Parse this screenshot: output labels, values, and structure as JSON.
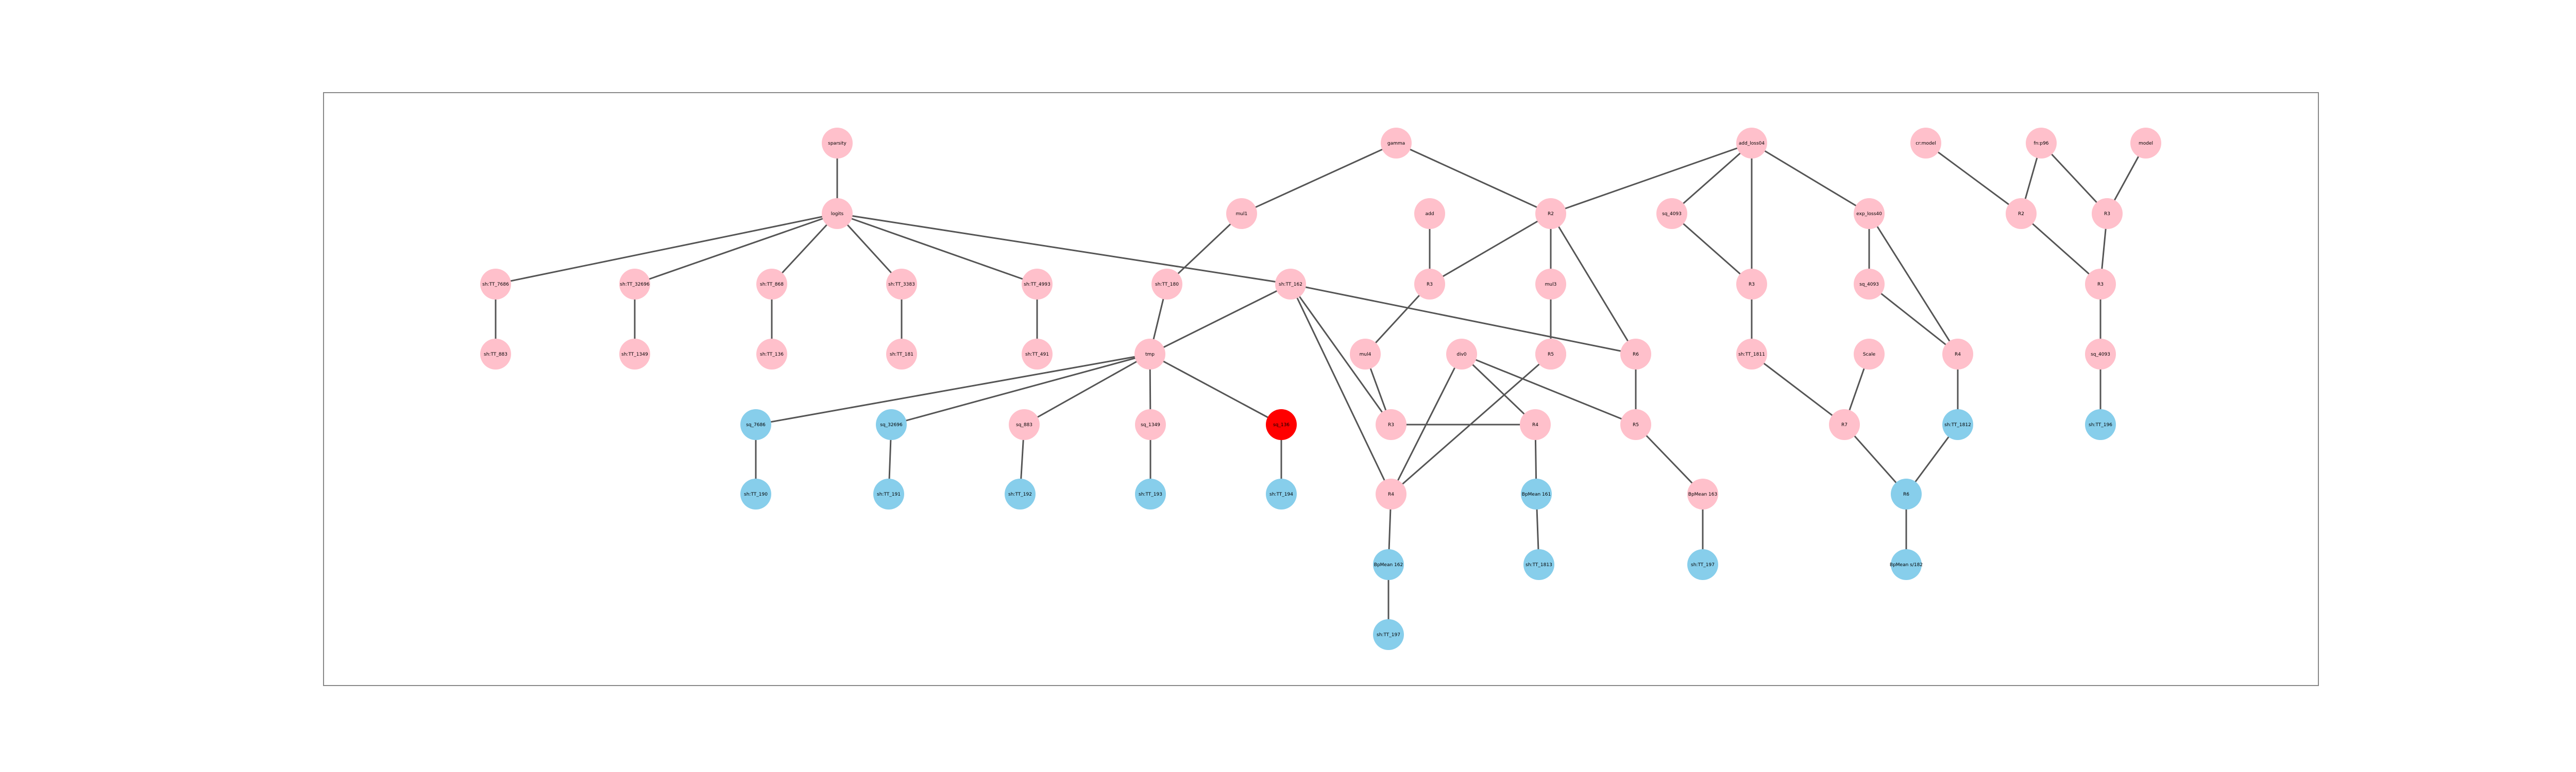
{
  "colors": {
    "pink": "#ffc0cb",
    "blue": "#87ceeb",
    "red": "#ff0000",
    "edge": "#555555",
    "frame": "#888888"
  },
  "nodes": [
    {
      "id": "n0",
      "label": "sparsity",
      "color": "pink"
    },
    {
      "id": "n1",
      "label": "logits",
      "color": "pink"
    },
    {
      "id": "n2",
      "label": "sh:TT_7686",
      "color": "pink"
    },
    {
      "id": "n3",
      "label": "sh:TT_32696",
      "color": "pink"
    },
    {
      "id": "n4",
      "label": "sh:TT_868",
      "color": "pink"
    },
    {
      "id": "n5",
      "label": "sh:TT_3383",
      "color": "pink"
    },
    {
      "id": "n6",
      "label": "sh:TT_4993",
      "color": "pink"
    },
    {
      "id": "n7",
      "label": "sh:TT_180",
      "color": "pink"
    },
    {
      "id": "n8",
      "label": "sh:TT_162",
      "color": "pink"
    },
    {
      "id": "n9",
      "label": "sh:TT_883",
      "color": "pink"
    },
    {
      "id": "n10",
      "label": "sh:TT_1349",
      "color": "pink"
    },
    {
      "id": "n11",
      "label": "sh:TT_136",
      "color": "pink"
    },
    {
      "id": "n12",
      "label": "sh:TT_181",
      "color": "pink"
    },
    {
      "id": "n13",
      "label": "sh:TT_491",
      "color": "pink"
    },
    {
      "id": "n14",
      "label": "tmp",
      "color": "pink"
    },
    {
      "id": "n15",
      "label": "sq_7686",
      "color": "blue"
    },
    {
      "id": "n16",
      "label": "sq_32696",
      "color": "blue"
    },
    {
      "id": "n17",
      "label": "sq_883",
      "color": "pink"
    },
    {
      "id": "n18",
      "label": "sq_1349",
      "color": "pink"
    },
    {
      "id": "n19",
      "label": "sq_136",
      "color": "red"
    },
    {
      "id": "n20",
      "label": "sh:TT_190",
      "color": "blue"
    },
    {
      "id": "n21",
      "label": "sh:TT_191",
      "color": "blue"
    },
    {
      "id": "n22",
      "label": "sh:TT_192",
      "color": "blue"
    },
    {
      "id": "n23",
      "label": "sh:TT_193",
      "color": "blue"
    },
    {
      "id": "n24",
      "label": "sh:TT_194",
      "color": "blue"
    },
    {
      "id": "n25",
      "label": "gamma",
      "color": "pink"
    },
    {
      "id": "n26",
      "label": "mul1",
      "color": "pink"
    },
    {
      "id": "n27",
      "label": "add",
      "color": "pink"
    },
    {
      "id": "n28",
      "label": "R2",
      "color": "pink"
    },
    {
      "id": "n29",
      "label": "R3",
      "color": "pink"
    },
    {
      "id": "n30",
      "label": "mul3",
      "color": "pink"
    },
    {
      "id": "n31",
      "label": "mul4",
      "color": "pink"
    },
    {
      "id": "n32",
      "label": "div0",
      "color": "pink"
    },
    {
      "id": "n33",
      "label": "R3",
      "color": "pink"
    },
    {
      "id": "n34",
      "label": "R5",
      "color": "pink"
    },
    {
      "id": "n35",
      "label": "R3",
      "color": "pink"
    },
    {
      "id": "n36",
      "label": "R4",
      "color": "pink"
    },
    {
      "id": "n37",
      "label": "R4",
      "color": "pink"
    },
    {
      "id": "n38",
      "label": "R5",
      "color": "pink"
    },
    {
      "id": "n39",
      "label": "R6",
      "color": "pink"
    },
    {
      "id": "n40",
      "label": "BpMean 161",
      "color": "blue"
    },
    {
      "id": "n41",
      "label": "BpMean 162",
      "color": "blue"
    },
    {
      "id": "n42",
      "label": "BpMean 163",
      "color": "pink"
    },
    {
      "id": "n43",
      "label": "sh:TT_1813",
      "color": "blue"
    },
    {
      "id": "n44",
      "label": "sh:TT_197",
      "color": "blue"
    },
    {
      "id": "n45",
      "label": "sh:TT_197",
      "color": "blue"
    },
    {
      "id": "n46",
      "label": "add_loss04",
      "color": "pink"
    },
    {
      "id": "n47",
      "label": "sq_4093",
      "color": "pink"
    },
    {
      "id": "n48",
      "label": "R3",
      "color": "pink"
    },
    {
      "id": "n49",
      "label": "exp_loss40",
      "color": "pink"
    },
    {
      "id": "n50",
      "label": "sh:TT_1811",
      "color": "pink"
    },
    {
      "id": "n51",
      "label": "sq_4093",
      "color": "pink"
    },
    {
      "id": "n52",
      "label": "Scale",
      "color": "pink"
    },
    {
      "id": "n53",
      "label": "R4",
      "color": "pink"
    },
    {
      "id": "n54",
      "label": "R7",
      "color": "pink"
    },
    {
      "id": "n55",
      "label": "sh:TT_1812",
      "color": "blue"
    },
    {
      "id": "n56",
      "label": "R6",
      "color": "blue"
    },
    {
      "id": "n57",
      "label": "BpMean s/182",
      "color": "blue"
    },
    {
      "id": "n58",
      "label": "cr:model",
      "color": "pink"
    },
    {
      "id": "n59",
      "label": "fn:p96",
      "color": "pink"
    },
    {
      "id": "n60",
      "label": "model",
      "color": "pink"
    },
    {
      "id": "n61",
      "label": "R2",
      "color": "pink"
    },
    {
      "id": "n62",
      "label": "R3",
      "color": "pink"
    },
    {
      "id": "n63",
      "label": "R3",
      "color": "pink"
    },
    {
      "id": "n64",
      "label": "sq_4093",
      "color": "pink"
    },
    {
      "id": "n65",
      "label": "sh:TT_196",
      "color": "blue"
    }
  ],
  "edges": [
    [
      "n0",
      "n1"
    ],
    [
      "n1",
      "n2"
    ],
    [
      "n1",
      "n3"
    ],
    [
      "n1",
      "n4"
    ],
    [
      "n1",
      "n5"
    ],
    [
      "n1",
      "n6"
    ],
    [
      "n1",
      "n8"
    ],
    [
      "n2",
      "n9"
    ],
    [
      "n3",
      "n10"
    ],
    [
      "n4",
      "n11"
    ],
    [
      "n5",
      "n12"
    ],
    [
      "n6",
      "n13"
    ],
    [
      "n26",
      "n7"
    ],
    [
      "n7",
      "n14"
    ],
    [
      "n8",
      "n14"
    ],
    [
      "n8",
      "n35"
    ],
    [
      "n8",
      "n37"
    ],
    [
      "n8",
      "n39"
    ],
    [
      "n14",
      "n15"
    ],
    [
      "n14",
      "n16"
    ],
    [
      "n14",
      "n17"
    ],
    [
      "n14",
      "n18"
    ],
    [
      "n14",
      "n19"
    ],
    [
      "n15",
      "n20"
    ],
    [
      "n16",
      "n21"
    ],
    [
      "n17",
      "n22"
    ],
    [
      "n18",
      "n23"
    ],
    [
      "n19",
      "n24"
    ],
    [
      "n25",
      "n26"
    ],
    [
      "n25",
      "n28"
    ],
    [
      "n27",
      "n29"
    ],
    [
      "n28",
      "n29"
    ],
    [
      "n28",
      "n30"
    ],
    [
      "n28",
      "n39"
    ],
    [
      "n29",
      "n31"
    ],
    [
      "n30",
      "n33"
    ],
    [
      "n31",
      "n35"
    ],
    [
      "n32",
      "n36"
    ],
    [
      "n32",
      "n37"
    ],
    [
      "n32",
      "n38"
    ],
    [
      "n33",
      "n37"
    ],
    [
      "n35",
      "n36"
    ],
    [
      "n36",
      "n40"
    ],
    [
      "n39",
      "n38"
    ],
    [
      "n37",
      "n41"
    ],
    [
      "n38",
      "n42"
    ],
    [
      "n40",
      "n43"
    ],
    [
      "n41",
      "n44"
    ],
    [
      "n42",
      "n45"
    ],
    [
      "n46",
      "n28"
    ],
    [
      "n46",
      "n47"
    ],
    [
      "n46",
      "n48"
    ],
    [
      "n46",
      "n49"
    ],
    [
      "n47",
      "n48"
    ],
    [
      "n48",
      "n50"
    ],
    [
      "n49",
      "n51"
    ],
    [
      "n49",
      "n53"
    ],
    [
      "n51",
      "n53"
    ],
    [
      "n50",
      "n54"
    ],
    [
      "n52",
      "n54"
    ],
    [
      "n53",
      "n55"
    ],
    [
      "n54",
      "n56"
    ],
    [
      "n55",
      "n56"
    ],
    [
      "n56",
      "n57"
    ],
    [
      "n58",
      "n61"
    ],
    [
      "n59",
      "n61"
    ],
    [
      "n59",
      "n62"
    ],
    [
      "n60",
      "n62"
    ],
    [
      "n61",
      "n63"
    ],
    [
      "n62",
      "n63"
    ],
    [
      "n63",
      "n64"
    ],
    [
      "n64",
      "n65"
    ]
  ]
}
